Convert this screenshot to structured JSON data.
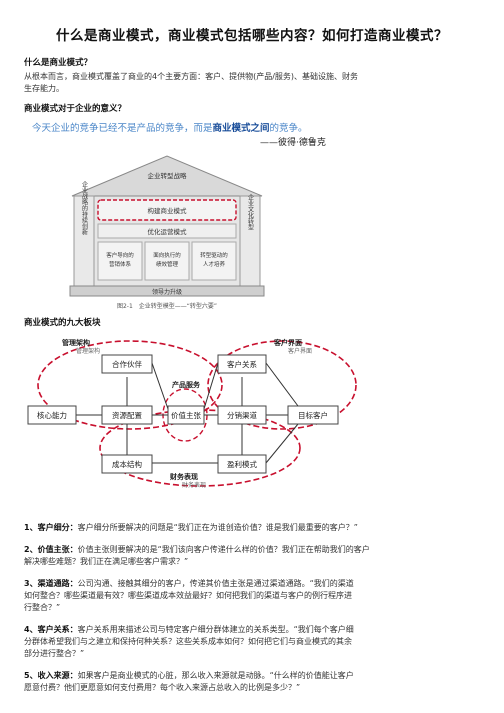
{
  "title": "什么是商业模式，商业模式包括哪些内容？如何打造商业模式？",
  "section1": {
    "heading": "什么是商业模式？",
    "body_line1": "从根本而言，商业模式覆盖了商业的4个主要方面：客户、提供物(产品/服务)、基础设施、财务",
    "body_line2": "生存能力。"
  },
  "section2": {
    "heading": "商业模式对于企业的意义？",
    "quote_pre": "今天企业的竞争已经不是产品的竞争，而是",
    "quote_em": "商业模式之间",
    "quote_post": "的竞争。",
    "author": "——彼得·德鲁克"
  },
  "house": {
    "roof": "企业转型战略",
    "top_band": "构建商业模式",
    "left_pillar": "企业战略的持续创新",
    "right_pillar": "企业文化转型",
    "middle_band": "优化运营模式",
    "col1": "客户导向的营销体系",
    "col2": "面向执行的绩效管理",
    "col3": "转型驱动的人才培养",
    "base": "领导力升级",
    "caption": "图2-1　企业转型模型——“转型六要”"
  },
  "section3": {
    "heading": "商业模式的九大板块"
  },
  "canvas": {
    "group_mgmt": "管理架构",
    "group_mgmt_sub": "管理架构",
    "group_customer": "客户界面",
    "group_customer_sub": "客户界面",
    "group_product": "产品服务",
    "group_finance": "财务表现",
    "group_finance_sub": "财务表现",
    "partners": "合作伙伴",
    "core_capability": "核心能力",
    "key_resources": "资源配置",
    "value_proposition": "价值主张",
    "customer_relationships": "客户关系",
    "channels": "分销渠道",
    "segments": "目标客户",
    "cost_structure": "成本结构",
    "revenue": "盈利模式"
  },
  "items": [
    {
      "num": "1、",
      "label": "客户细分：",
      "line1": "客户细分所要解决的问题是“我们正在为谁创造价值？谁是我们最重要的客户？”",
      "line2": ""
    },
    {
      "num": "2、",
      "label": "价值主张：",
      "line1": "价值主张则要解决的是“我们该向客户传递什么样的价值？我们正在帮助我们的客户",
      "line2": "解决哪些难题？我们正在满足哪些客户需求？”"
    },
    {
      "num": "3、",
      "label": "渠道通路：",
      "line1": "公司沟通、接触其细分的客户，传递其价值主张是通过渠道通路。“我们的渠道",
      "line2": "如何整合？哪些渠道最有效？哪些渠道成本效益最好？如何把我们的渠道与客户的例行程序进",
      "line3": "行整合？”"
    },
    {
      "num": "4、",
      "label": "客户关系：",
      "line1": "客户关系用来描述公司与特定客户细分群体建立的关系类型。“我们每个客户细",
      "line2": "分群体希望我们与之建立和保持何种关系？这些关系成本如何？如何把它们与商业模式的其余",
      "line3": "部分进行整合？”"
    },
    {
      "num": "5、",
      "label": "收入来源：",
      "line1": "如果客户是商业模式的心脏，那么收入来源就是动脉。“什么样的价值能让客户",
      "line2": "愿意付费？他们更愿意如何支付费用？每个收入来源占总收入的比例是多少？”"
    }
  ]
}
